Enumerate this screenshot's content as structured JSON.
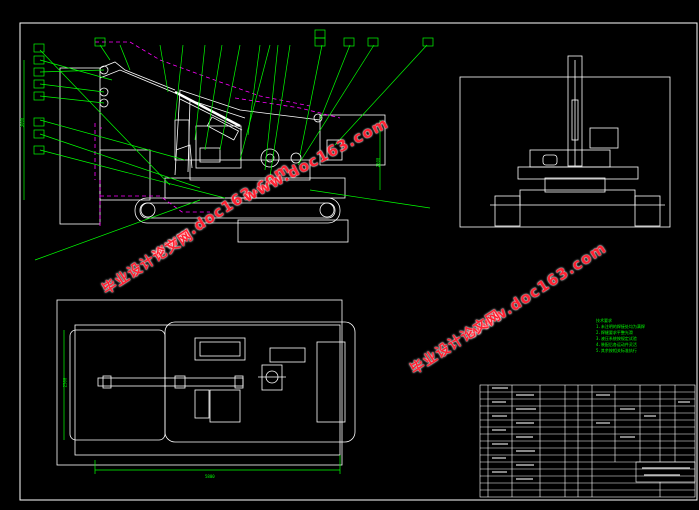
{
  "drawing": {
    "description_labels": [],
    "watermarks": {
      "url": "www.doc163.com",
      "cn": "毕业设计论文网"
    },
    "notes": {
      "heading": "技术要求",
      "lines": [
        "1.未注明的焊接处均为满焊 ",
        "2.焊缝要求平整光滑 ",
        "3.液压系统按规定试验 ",
        "4.装配后各运动件灵活 ",
        "5.其余按相关标准执行 "
      ]
    },
    "dimensions": {
      "left_height": "3000",
      "right_height": "2600",
      "plan_length": "5800",
      "plan_width": "2500"
    },
    "colors": {
      "background": "#000000",
      "outline": "#ffffff",
      "leader": "#00ff00",
      "hidden": "#ff00ff",
      "watermark": "#ff2233"
    }
  }
}
